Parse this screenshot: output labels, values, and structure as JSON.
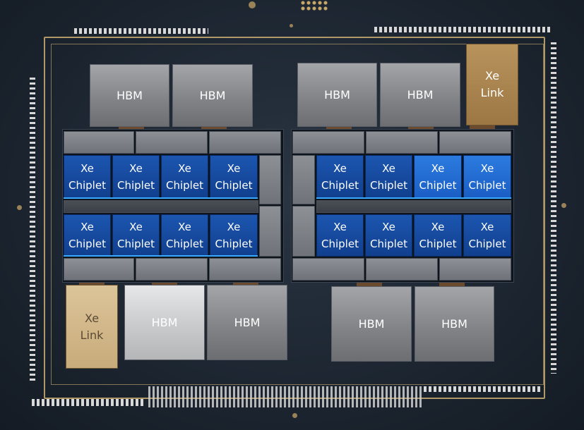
{
  "labels": {
    "hbm": "HBM",
    "xe_link_line1": "Xe",
    "xe_link_line2": "Link",
    "chiplet_line1": "Xe",
    "chiplet_line2": "Chiplet"
  },
  "colors": {
    "background": "#1b2430",
    "trace": "#b09868",
    "chiplet_dark": "#1c56b0",
    "chiplet_light": "#2c7be0",
    "hbm_grey": "#929498",
    "xe_link_gold": "#b8935c",
    "logic_tile": "#8d9196"
  },
  "modules": {
    "hbm_count": 8,
    "xe_link_count": 2,
    "chiplet_count": 16
  }
}
